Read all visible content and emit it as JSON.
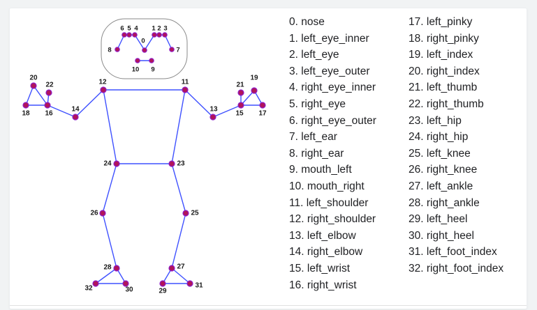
{
  "landmarks": [
    {
      "index": "0.",
      "name": "nose"
    },
    {
      "index": "1.",
      "name": "left_eye_inner"
    },
    {
      "index": "2.",
      "name": "left_eye"
    },
    {
      "index": "3.",
      "name": "left_eye_outer"
    },
    {
      "index": "4.",
      "name": "right_eye_inner"
    },
    {
      "index": "5.",
      "name": "right_eye"
    },
    {
      "index": "6.",
      "name": "right_eye_outer"
    },
    {
      "index": "7.",
      "name": "left_ear"
    },
    {
      "index": "8.",
      "name": "right_ear"
    },
    {
      "index": "9.",
      "name": "mouth_left"
    },
    {
      "index": "10.",
      "name": "mouth_right"
    },
    {
      "index": "11.",
      "name": "left_shoulder"
    },
    {
      "index": "12.",
      "name": "right_shoulder"
    },
    {
      "index": "13.",
      "name": "left_elbow"
    },
    {
      "index": "14.",
      "name": "right_elbow"
    },
    {
      "index": "15.",
      "name": "left_wrist"
    },
    {
      "index": "16.",
      "name": "right_wrist"
    },
    {
      "index": "17.",
      "name": "left_pinky"
    },
    {
      "index": "18.",
      "name": "right_pinky"
    },
    {
      "index": "19.",
      "name": "left_index"
    },
    {
      "index": "20.",
      "name": "right_index"
    },
    {
      "index": "21.",
      "name": "left_thumb"
    },
    {
      "index": "22.",
      "name": "right_thumb"
    },
    {
      "index": "23.",
      "name": "left_hip"
    },
    {
      "index": "24.",
      "name": "right_hip"
    },
    {
      "index": "25.",
      "name": "left_knee"
    },
    {
      "index": "26.",
      "name": "right_knee"
    },
    {
      "index": "27.",
      "name": "left_ankle"
    },
    {
      "index": "28.",
      "name": "right_ankle"
    },
    {
      "index": "29.",
      "name": "left_heel"
    },
    {
      "index": "30.",
      "name": "right_heel"
    },
    {
      "index": "31.",
      "name": "left_foot_index"
    },
    {
      "index": "32.",
      "name": "right_foot_index"
    }
  ],
  "diagram": {
    "connections": [
      [
        0,
        1
      ],
      [
        1,
        2
      ],
      [
        2,
        3
      ],
      [
        3,
        7
      ],
      [
        0,
        4
      ],
      [
        4,
        5
      ],
      [
        5,
        6
      ],
      [
        6,
        8
      ],
      [
        9,
        10
      ],
      [
        11,
        12
      ],
      [
        11,
        13
      ],
      [
        13,
        15
      ],
      [
        15,
        17
      ],
      [
        15,
        19
      ],
      [
        15,
        21
      ],
      [
        17,
        19
      ],
      [
        12,
        14
      ],
      [
        14,
        16
      ],
      [
        16,
        18
      ],
      [
        16,
        20
      ],
      [
        16,
        22
      ],
      [
        18,
        20
      ],
      [
        11,
        23
      ],
      [
        12,
        24
      ],
      [
        23,
        24
      ],
      [
        23,
        25
      ],
      [
        24,
        26
      ],
      [
        25,
        27
      ],
      [
        26,
        28
      ],
      [
        27,
        29
      ],
      [
        27,
        31
      ],
      [
        29,
        31
      ],
      [
        28,
        30
      ],
      [
        28,
        32
      ],
      [
        30,
        32
      ]
    ],
    "colors": {
      "line": "#3f51ff",
      "joint_fill": "#b0155a",
      "joint_stroke": "#8f1cc8",
      "label": "#1a1a1a",
      "face_outline": "#8a8a8a",
      "face_fill": "#ffffff",
      "card": "#ffffff"
    }
  }
}
